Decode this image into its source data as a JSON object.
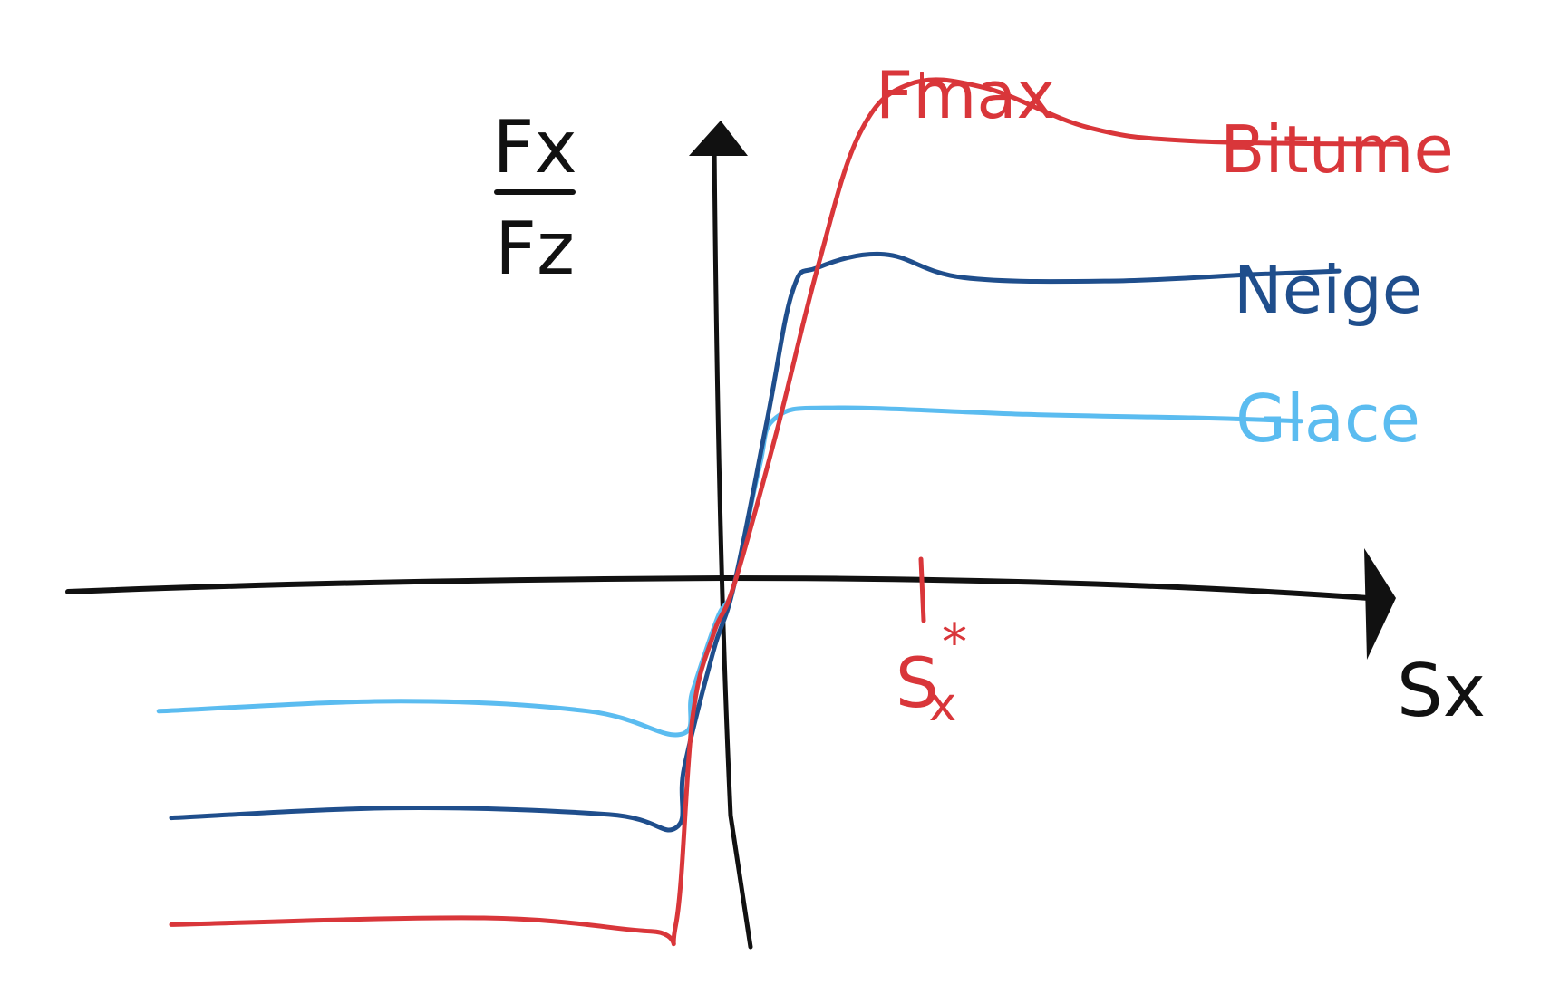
{
  "chart_data": {
    "type": "line",
    "title": "",
    "xlabel": "Sx",
    "ylabel_top": "Fx",
    "ylabel_bottom": "Fz",
    "grid": false,
    "legend": "inline labels at right end of each curve",
    "xlim": [
      -1.5,
      1.5
    ],
    "ylim": [
      -1.4,
      1.8
    ],
    "annotations": {
      "peak_label": "Fmax",
      "tick_label_main": "S",
      "tick_label_sub": "x",
      "tick_label_sup": "*",
      "peak_x": 0.45,
      "peak_y": 1.5,
      "colors": {
        "axis": "#111111",
        "annotation": "#d9363a"
      }
    },
    "series": [
      {
        "name": "Bitume",
        "color": "#d9363a",
        "points": [
          [
            -1.35,
            -1.02
          ],
          [
            -0.6,
            -1.0
          ],
          [
            -0.2,
            -1.04
          ],
          [
            -0.14,
            -1.02
          ],
          [
            -0.1,
            -0.4
          ],
          [
            -0.05,
            -0.15
          ],
          [
            0.0,
            0.0
          ],
          [
            0.1,
            0.45
          ],
          [
            0.2,
            0.95
          ],
          [
            0.3,
            1.35
          ],
          [
            0.42,
            1.5
          ],
          [
            0.6,
            1.49
          ],
          [
            0.85,
            1.37
          ],
          [
            1.1,
            1.33
          ],
          [
            1.6,
            1.32
          ]
        ]
      },
      {
        "name": "Neige",
        "color": "#1f4e8c",
        "points": [
          [
            -1.35,
            -0.7
          ],
          [
            -0.8,
            -0.67
          ],
          [
            -0.3,
            -0.69
          ],
          [
            -0.14,
            -0.73
          ],
          [
            -0.12,
            -0.55
          ],
          [
            -0.05,
            -0.2
          ],
          [
            0.0,
            0.0
          ],
          [
            0.08,
            0.5
          ],
          [
            0.14,
            0.88
          ],
          [
            0.2,
            0.95
          ],
          [
            0.36,
            0.99
          ],
          [
            0.55,
            0.92
          ],
          [
            0.9,
            0.91
          ],
          [
            1.25,
            0.93
          ],
          [
            1.45,
            0.94
          ]
        ]
      },
      {
        "name": "Glace",
        "color": "#5bbcf0",
        "points": [
          [
            -1.38,
            -0.38
          ],
          [
            -0.8,
            -0.35
          ],
          [
            -0.35,
            -0.38
          ],
          [
            -0.13,
            -0.45
          ],
          [
            -0.1,
            -0.32
          ],
          [
            -0.04,
            -0.1
          ],
          [
            0.0,
            0.0
          ],
          [
            0.06,
            0.35
          ],
          [
            0.1,
            0.5
          ],
          [
            0.25,
            0.53
          ],
          [
            0.7,
            0.51
          ],
          [
            1.1,
            0.5
          ],
          [
            1.36,
            0.49
          ]
        ]
      }
    ]
  }
}
